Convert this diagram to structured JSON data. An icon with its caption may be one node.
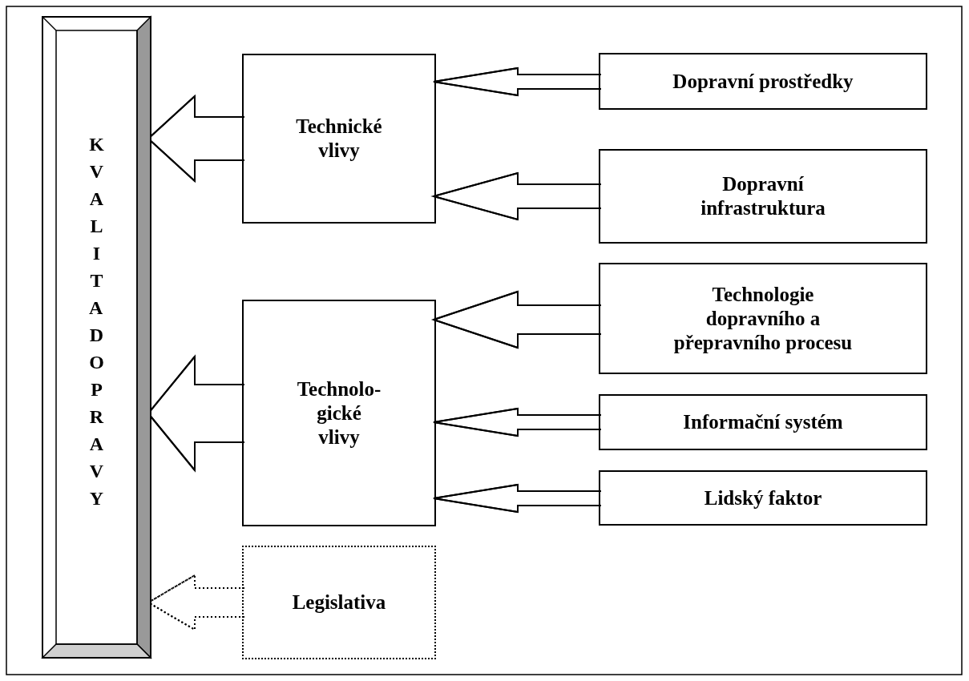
{
  "diagram": {
    "nodes": [
      {
        "text": [
          "KVALITA DOPRAVY"
        ]
      },
      {
        "text": [
          "Technické vlivy"
        ]
      },
      {
        "text": [
          "Technolo- gické vlivy"
        ]
      },
      {
        "text": [
          "Legislativa"
        ]
      },
      {
        "text": [
          "Dopravní prostředky"
        ]
      },
      {
        "text": [
          "Dopravní infrastruktura"
        ]
      },
      {
        "text": [
          "Technologie dopravního a přepravního procesu"
        ]
      },
      {
        "text": [
          "Informační systém"
        ]
      },
      {
        "text": [
          "Lidský faktor"
        ]
      }
    ],
    "edges": [
      {
        "from": 1,
        "to": 0,
        "arrow": "to"
      },
      {
        "from": 2,
        "to": 0,
        "arrow": "to"
      },
      {
        "from": 3,
        "to": 0,
        "arrow": "to",
        "style": "dashed"
      },
      {
        "from": 4,
        "to": 1,
        "arrow": "to"
      },
      {
        "from": 5,
        "to": 1,
        "arrow": "to"
      },
      {
        "from": 6,
        "to": 2,
        "arrow": "to"
      },
      {
        "from": 7,
        "to": 2,
        "arrow": "to"
      },
      {
        "from": 8,
        "to": 2,
        "arrow": "to"
      }
    ]
  }
}
